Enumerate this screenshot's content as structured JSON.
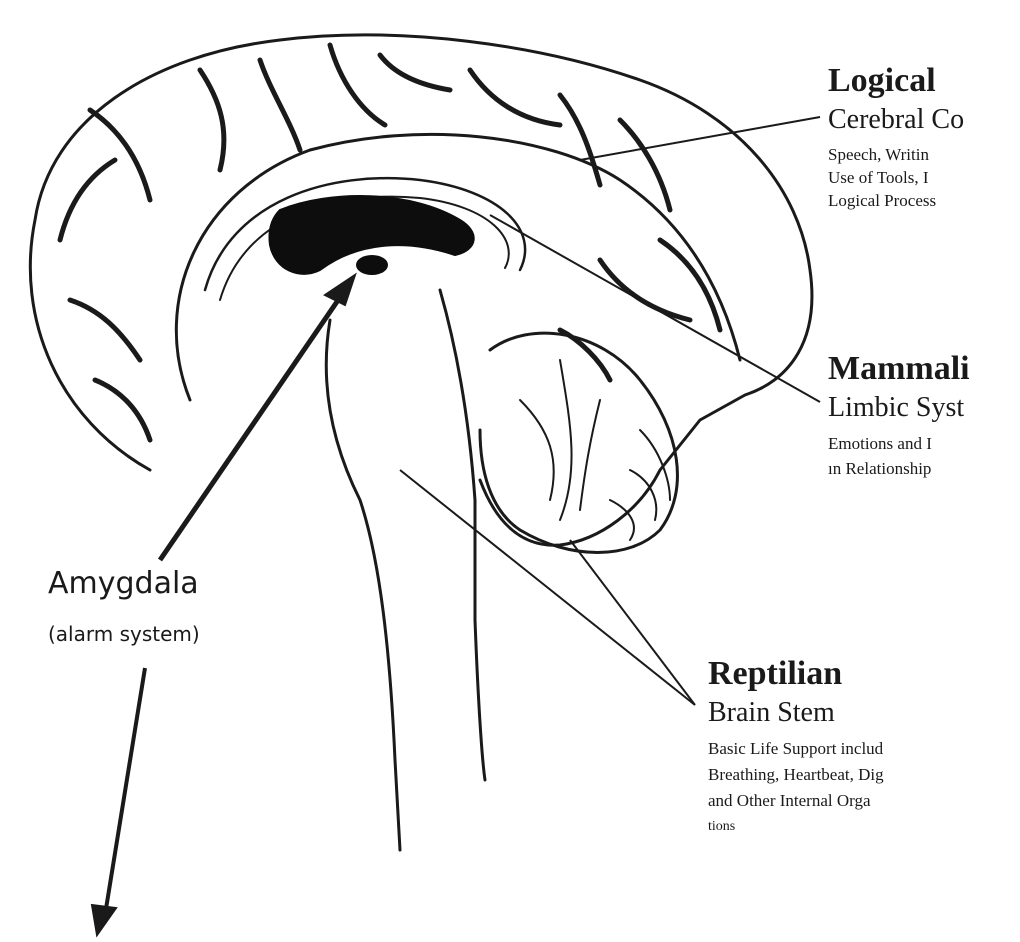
{
  "colors": {
    "ink": "#1a1a1a",
    "paper": "#ffffff",
    "fill": "#0d0d0d"
  },
  "logical": {
    "heading": "Logical",
    "subheading": "Cerebral Co",
    "lines": [
      "Speech, Writin",
      "Use of Tools, I",
      "Logical Process"
    ]
  },
  "mammalian": {
    "heading": "Mammali",
    "subheading": "Limbic Syst",
    "lines": [
      "Emotions and I",
      "ın Relationship"
    ]
  },
  "reptilian": {
    "heading": "Reptilian",
    "subheading": "Brain Stem",
    "lines": [
      "Basic Life Support includ",
      "Breathing, Heartbeat, Dig",
      "and Other Internal Orga",
      "tions"
    ]
  },
  "amygdala": {
    "name": "Amygdala",
    "note": "(alarm system)"
  }
}
